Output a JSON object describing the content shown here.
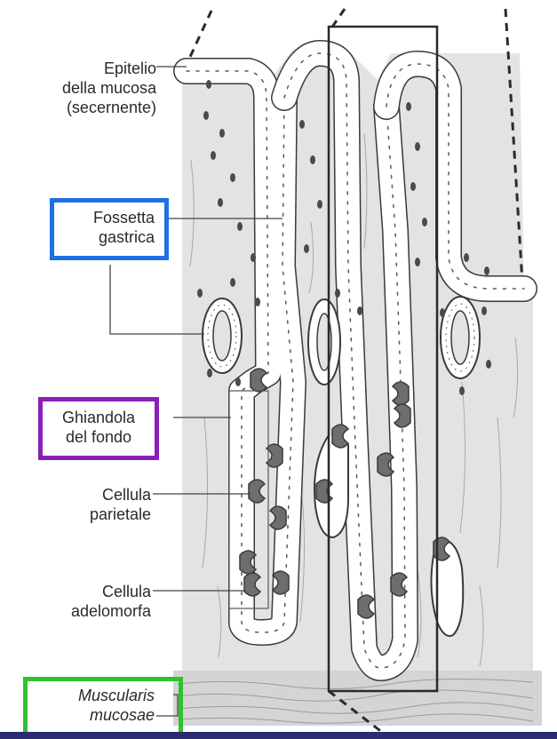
{
  "labels": {
    "epitelio": [
      "Epitelio",
      "della mucosa",
      "(secernente)"
    ],
    "fossetta": [
      "Fossetta",
      "gastrica"
    ],
    "ghiandola": [
      "Ghiandola",
      "del fondo"
    ],
    "parietale": [
      "Cellula",
      "parietale"
    ],
    "adelomorfa": [
      "Cellula",
      "adelomorfa"
    ],
    "muscularis": [
      "Muscularis",
      "mucosae"
    ]
  },
  "colors": {
    "tissue": "#e3e3e3",
    "cell_outline": "#3a3a3a",
    "cell_fill": "#ffffff",
    "nucleus": "#4a4a4a",
    "parietal_cell": "#6e6e6e",
    "fossetta_box": "#1f6fe5",
    "ghiandola_box": "#8a1fb8",
    "muscularis_box": "#2ec22e",
    "bottom_bar": "#2c2a73"
  }
}
